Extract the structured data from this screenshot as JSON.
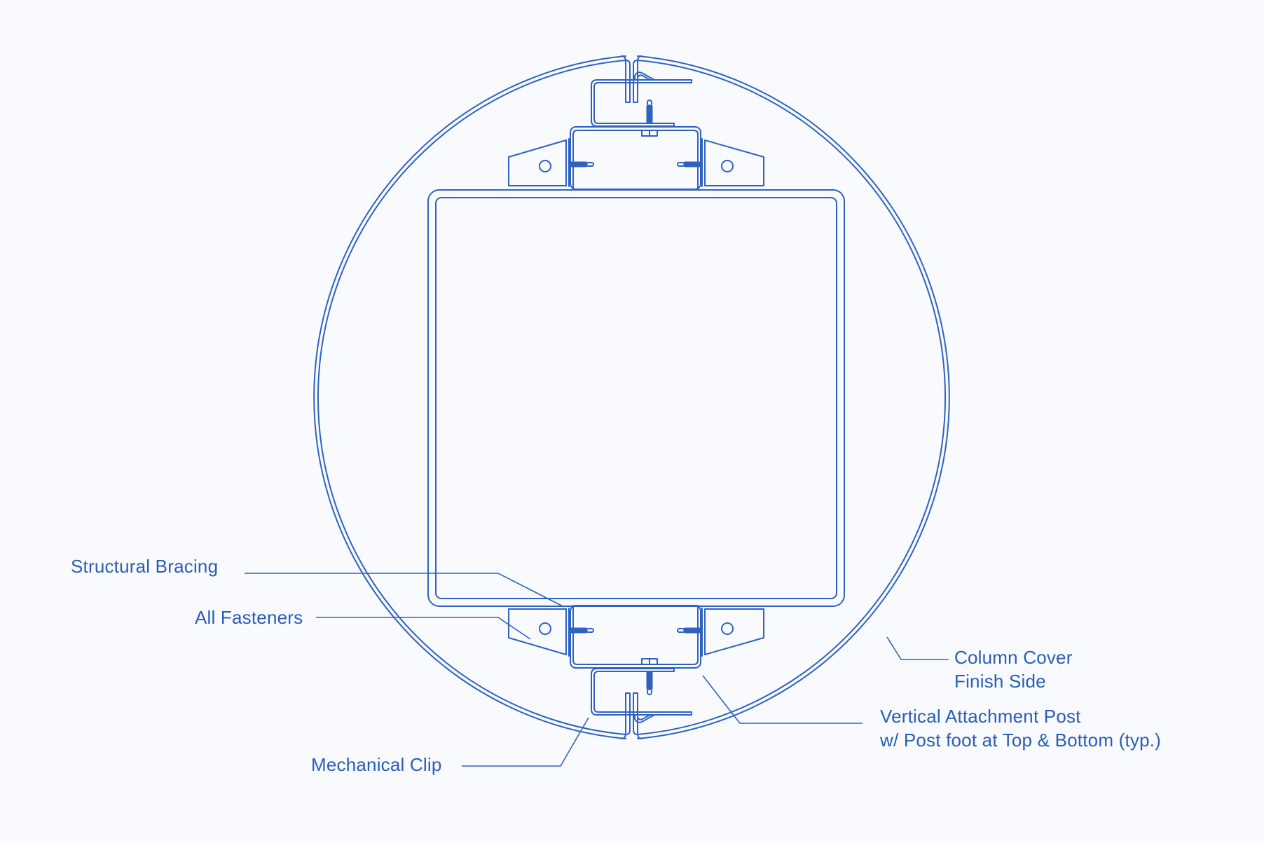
{
  "diagram": {
    "title": "Round column cover plan section",
    "colors": {
      "line": "#2f62c0",
      "text": "#2a5db8",
      "background": "#f8fafd"
    },
    "labels": {
      "structural_bracing": "Structural Bracing",
      "all_fasteners": "All Fasteners",
      "column_cover_line1": "Column Cover",
      "column_cover_line2": "Finish Side",
      "vertical_post_line1": "Vertical Attachment Post",
      "vertical_post_line2": "w/ Post foot at Top & Bottom (typ.)",
      "mechanical_clip": "Mechanical Clip"
    },
    "components": [
      "column-cover-circle",
      "square-structural-column",
      "top-attachment-bracket",
      "bottom-attachment-bracket",
      "top-mechanical-clip",
      "bottom-mechanical-clip",
      "fasteners"
    ]
  }
}
